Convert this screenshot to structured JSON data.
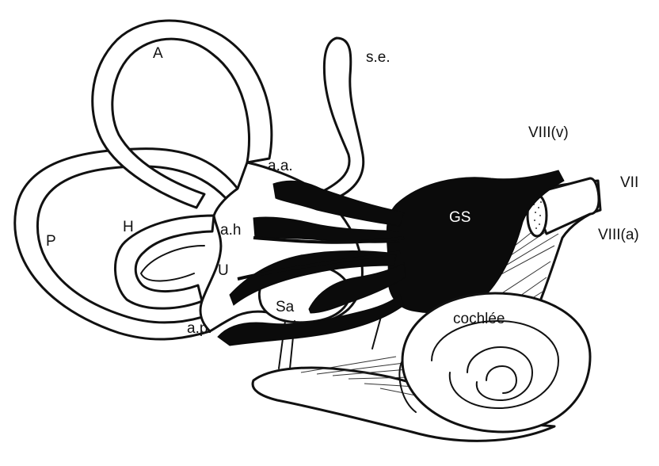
{
  "labels": {
    "anterior_canal": "A",
    "posterior_canal": "P",
    "horizontal_canal": "H",
    "endolymphatic_sac": "s.e.",
    "ampulla_anterior": "a.a.",
    "ampulla_horizontal": "a.h",
    "ampulla_posterior": "a.p.",
    "utricle": "U",
    "saccule": "Sa",
    "ganglion": "GS",
    "nerve_viii_v": "VIII(v)",
    "nerve_vii": "VII",
    "nerve_viii_a": "VIII(a)",
    "cochlea": "cochlée"
  },
  "colors": {
    "ink": "#0b0b0b",
    "paper": "#ffffff"
  }
}
